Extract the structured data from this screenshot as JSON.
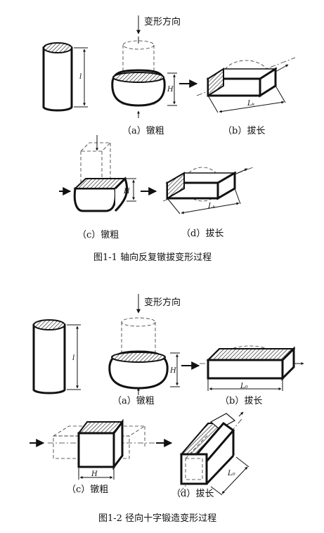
{
  "figure1": {
    "direction_label": "变形方向",
    "label_a": "（a）镦粗",
    "label_b": "（b）拔长",
    "label_c": "（c）镦粗",
    "label_d": "（d）拔长",
    "caption": "图1-1   轴向反复镦拔变形过程",
    "dims": {
      "l": "l",
      "h": "H",
      "lk": "Lₖ"
    }
  },
  "figure2": {
    "direction_label": "变形方向",
    "label_a": "（a）镦粗",
    "label_b": "（b）拔长",
    "label_c": "（c）镦粗",
    "label_d": "（d）拔长",
    "caption": "图1-2   径向十字锻造变形过程",
    "dims": {
      "l": "l",
      "h": "H",
      "l0": "L₀",
      "lc": "L₀"
    }
  }
}
